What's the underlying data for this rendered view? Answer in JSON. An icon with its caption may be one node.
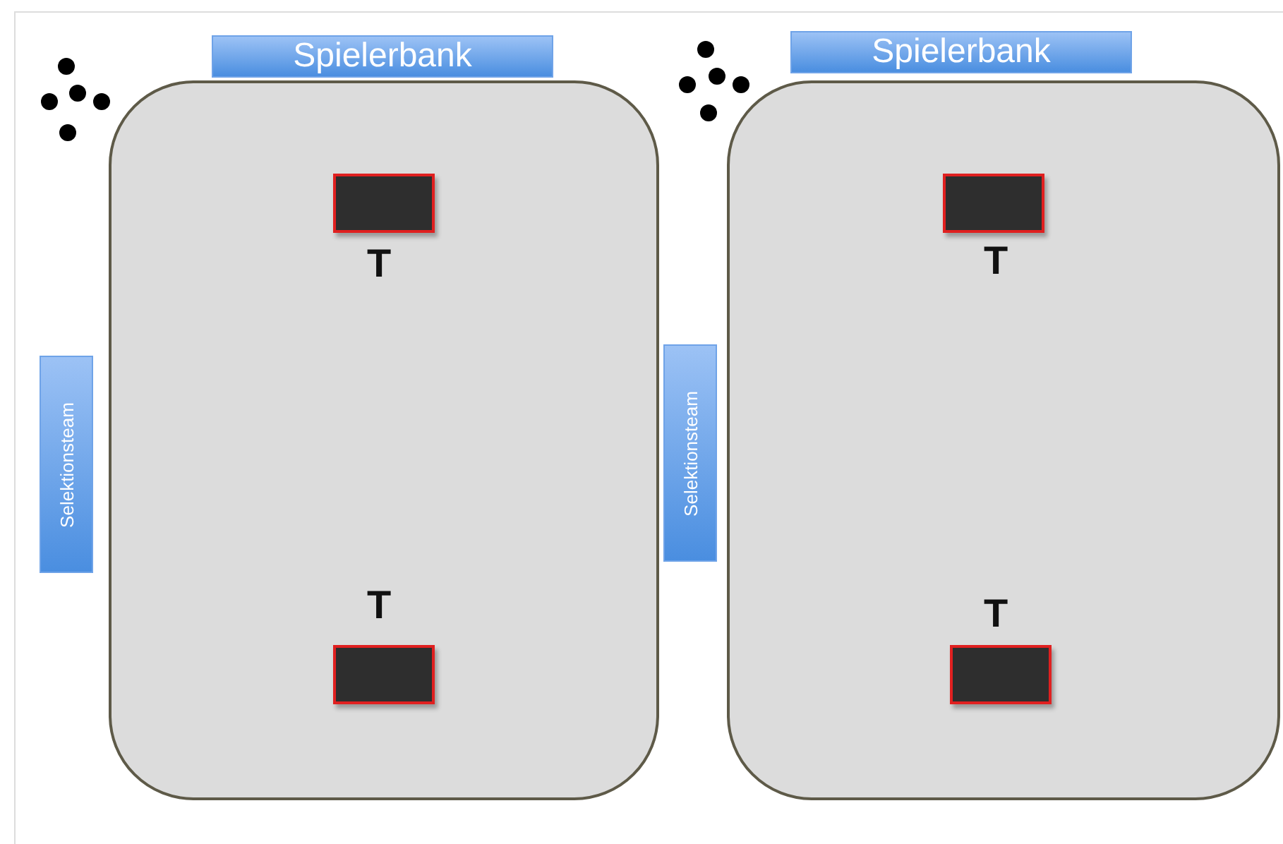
{
  "diagram": {
    "nodes": [
      {
        "text": [
          "Spielerbank"
        ]
      },
      {
        "text": [
          "Spielerbank"
        ]
      },
      {
        "text": [
          "Selektionsteam"
        ]
      },
      {
        "text": [
          "Selektionsteam"
        ]
      }
    ],
    "labels": [
      "T",
      "T",
      "T",
      "T"
    ]
  }
}
